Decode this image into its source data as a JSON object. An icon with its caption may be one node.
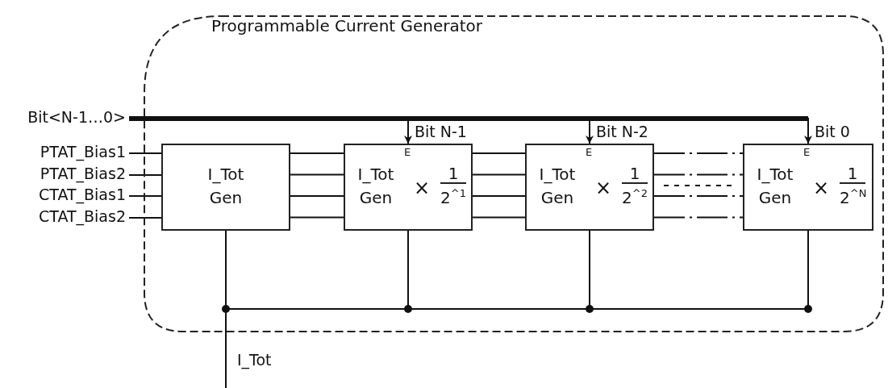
{
  "diagram": {
    "nodes": [
      {
        "text": [
          "Programmable Current Generator"
        ]
      },
      {
        "text": [
          "Bit<N-1…0>"
        ]
      },
      {
        "text": [
          "PTAT_Bias1"
        ]
      },
      {
        "text": [
          "PTAT_Bias2"
        ]
      },
      {
        "text": [
          "CTAT_Bias1"
        ]
      },
      {
        "text": [
          "CTAT_Bias2"
        ]
      },
      {
        "text": [
          "I_Tot Gen"
        ],
        "in": 0
      },
      {
        "text": [
          "E",
          "I_Tot Gen",
          "×",
          "1",
          "2$^{^1}$"
        ],
        "in": 0
      },
      {
        "text": [
          "E",
          "I_Tot Gen",
          "×",
          "1",
          "2$^{^2}$"
        ],
        "in": 0
      },
      {
        "text": [
          "E",
          "I_Tot Gen",
          "×",
          "1",
          "2$^{^N}$"
        ],
        "in": 0
      }
    ],
    "edges": [
      {
        "from": 1,
        "to": 7,
        "arrow": "to",
        "label": "Bit N-1"
      },
      {
        "from": 1,
        "to": 8,
        "arrow": "to",
        "label": "Bit N-2"
      },
      {
        "from": 1,
        "to": 9,
        "arrow": "to",
        "label": "Bit 0"
      },
      {
        "from": 2,
        "to": 6,
        "arrow": "none"
      },
      {
        "from": 3,
        "to": 6,
        "arrow": "none"
      },
      {
        "from": 4,
        "to": 6,
        "arrow": "none"
      },
      {
        "from": 5,
        "to": 6,
        "arrow": "none"
      },
      {
        "from": 6,
        "to": 7,
        "arrow": "none"
      },
      {
        "from": 6,
        "to": 7,
        "arrow": "none"
      },
      {
        "from": 6,
        "to": 7,
        "arrow": "none"
      },
      {
        "from": 6,
        "to": 7,
        "arrow": "none"
      },
      {
        "from": 7,
        "to": 8,
        "arrow": "none"
      },
      {
        "from": 7,
        "to": 8,
        "arrow": "none"
      },
      {
        "from": 7,
        "to": 8,
        "arrow": "none"
      },
      {
        "from": 7,
        "to": 8,
        "arrow": "none"
      },
      {
        "from": 8,
        "to": 9,
        "arrow": "none",
        "style": "dashed"
      },
      {
        "from": 8,
        "to": 9,
        "arrow": "none",
        "style": "dashed"
      },
      {
        "from": 8,
        "to": 9,
        "arrow": "none",
        "style": "dashed"
      },
      {
        "from": 8,
        "to": 9,
        "arrow": "none",
        "style": "dashed"
      },
      {
        "from": 6,
        "to": null,
        "arrow": "none",
        "label": "I_Tot"
      },
      {
        "from": 7,
        "to": null,
        "arrow": "none"
      },
      {
        "from": 8,
        "to": null,
        "arrow": "none"
      },
      {
        "from": 9,
        "to": null,
        "arrow": "none"
      }
    ]
  }
}
